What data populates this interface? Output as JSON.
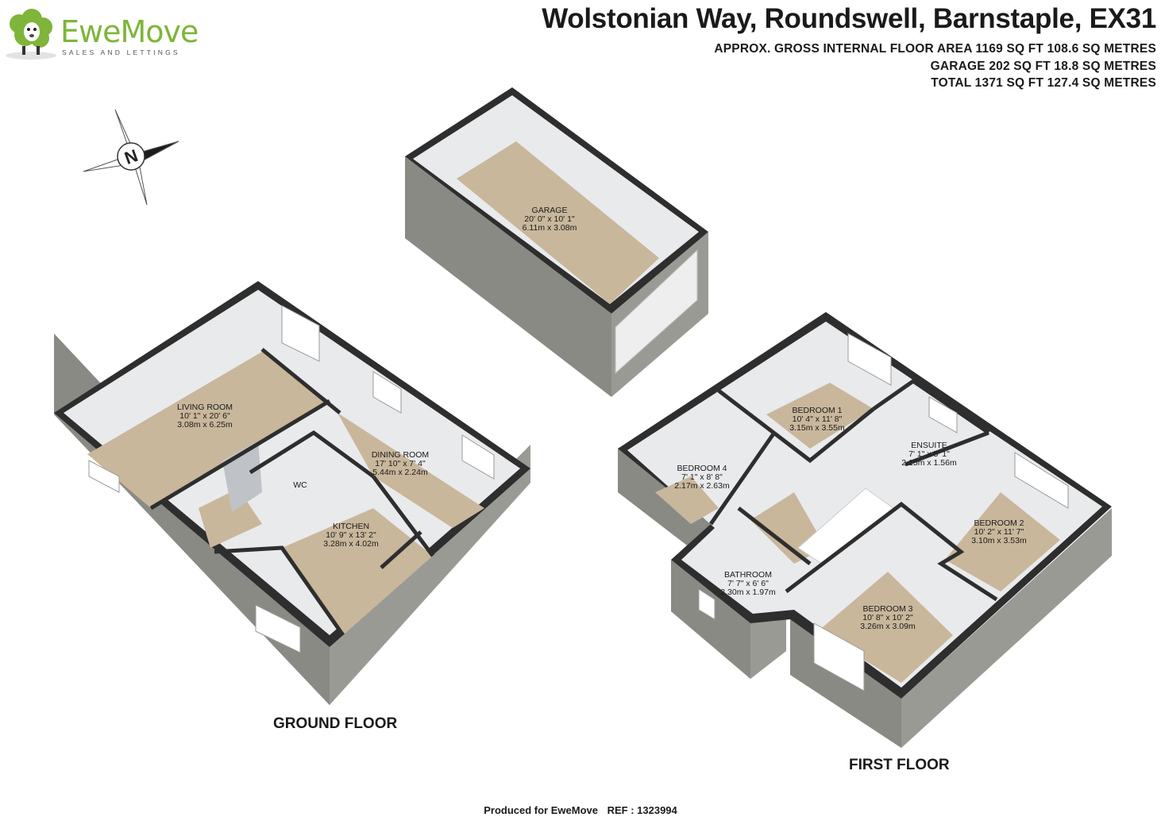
{
  "header": {
    "title": "Wolstonian Way, Roundswell, Barnstaple, EX31",
    "area_lines": [
      "APPROX. GROSS INTERNAL FLOOR AREA 1169 SQ FT 108.6 SQ METRES",
      "GARAGE 202 SQ FT 18.8 SQ METRES",
      "TOTAL 1371 SQ FT 127.4 SQ METRES"
    ]
  },
  "logo": {
    "word": "EweMove",
    "tagline": "SALES AND LETTINGS"
  },
  "compass": {
    "label": "N"
  },
  "floors": {
    "ground": "GROUND FLOOR",
    "first": "FIRST FLOOR"
  },
  "rooms": {
    "garage": {
      "name": "GARAGE",
      "imperial": "20' 0\" x 10' 1\"",
      "metric": "6.11m x 3.08m"
    },
    "living": {
      "name": "LIVING ROOM",
      "imperial": "10' 1\" x 20' 6\"",
      "metric": "3.08m x 6.25m"
    },
    "dining": {
      "name": "DINING ROOM",
      "imperial": "17' 10\" x 7' 4\"",
      "metric": "5.44m x 2.24m"
    },
    "wc": {
      "name": "WC"
    },
    "kitchen": {
      "name": "KITCHEN",
      "imperial": "10' 9\" x 13' 2\"",
      "metric": "3.28m x 4.02m"
    },
    "bedroom1": {
      "name": "BEDROOM 1",
      "imperial": "10' 4\" x 11' 8\"",
      "metric": "3.15m x 3.55m"
    },
    "ensuite": {
      "name": "ENSUITE",
      "imperial": "7' 1\" x 5' 1\"",
      "metric": "2.15m x 1.56m"
    },
    "bedroom4": {
      "name": "BEDROOM 4",
      "imperial": "7' 1\" x 8' 8\"",
      "metric": "2.17m x 2.63m"
    },
    "bedroom2": {
      "name": "BEDROOM 2",
      "imperial": "10' 2\" x 11' 7\"",
      "metric": "3.10m x 3.53m"
    },
    "bathroom": {
      "name": "BATHROOM",
      "imperial": "7' 7\" x 6' 6\"",
      "metric": "2.30m x 1.97m"
    },
    "bedroom3": {
      "name": "BEDROOM 3",
      "imperial": "10' 8\" x 10' 2\"",
      "metric": "3.26m x 3.09m"
    }
  },
  "footer": {
    "produced": "Produced for EweMove",
    "ref": "REF : 1323994"
  },
  "colors": {
    "floor": "#c9b79c",
    "wall_face": "#8a8a85",
    "wall_top": "#2e2e2e",
    "interior_wall": "#e9eaec",
    "brand": "#7fb53a"
  }
}
